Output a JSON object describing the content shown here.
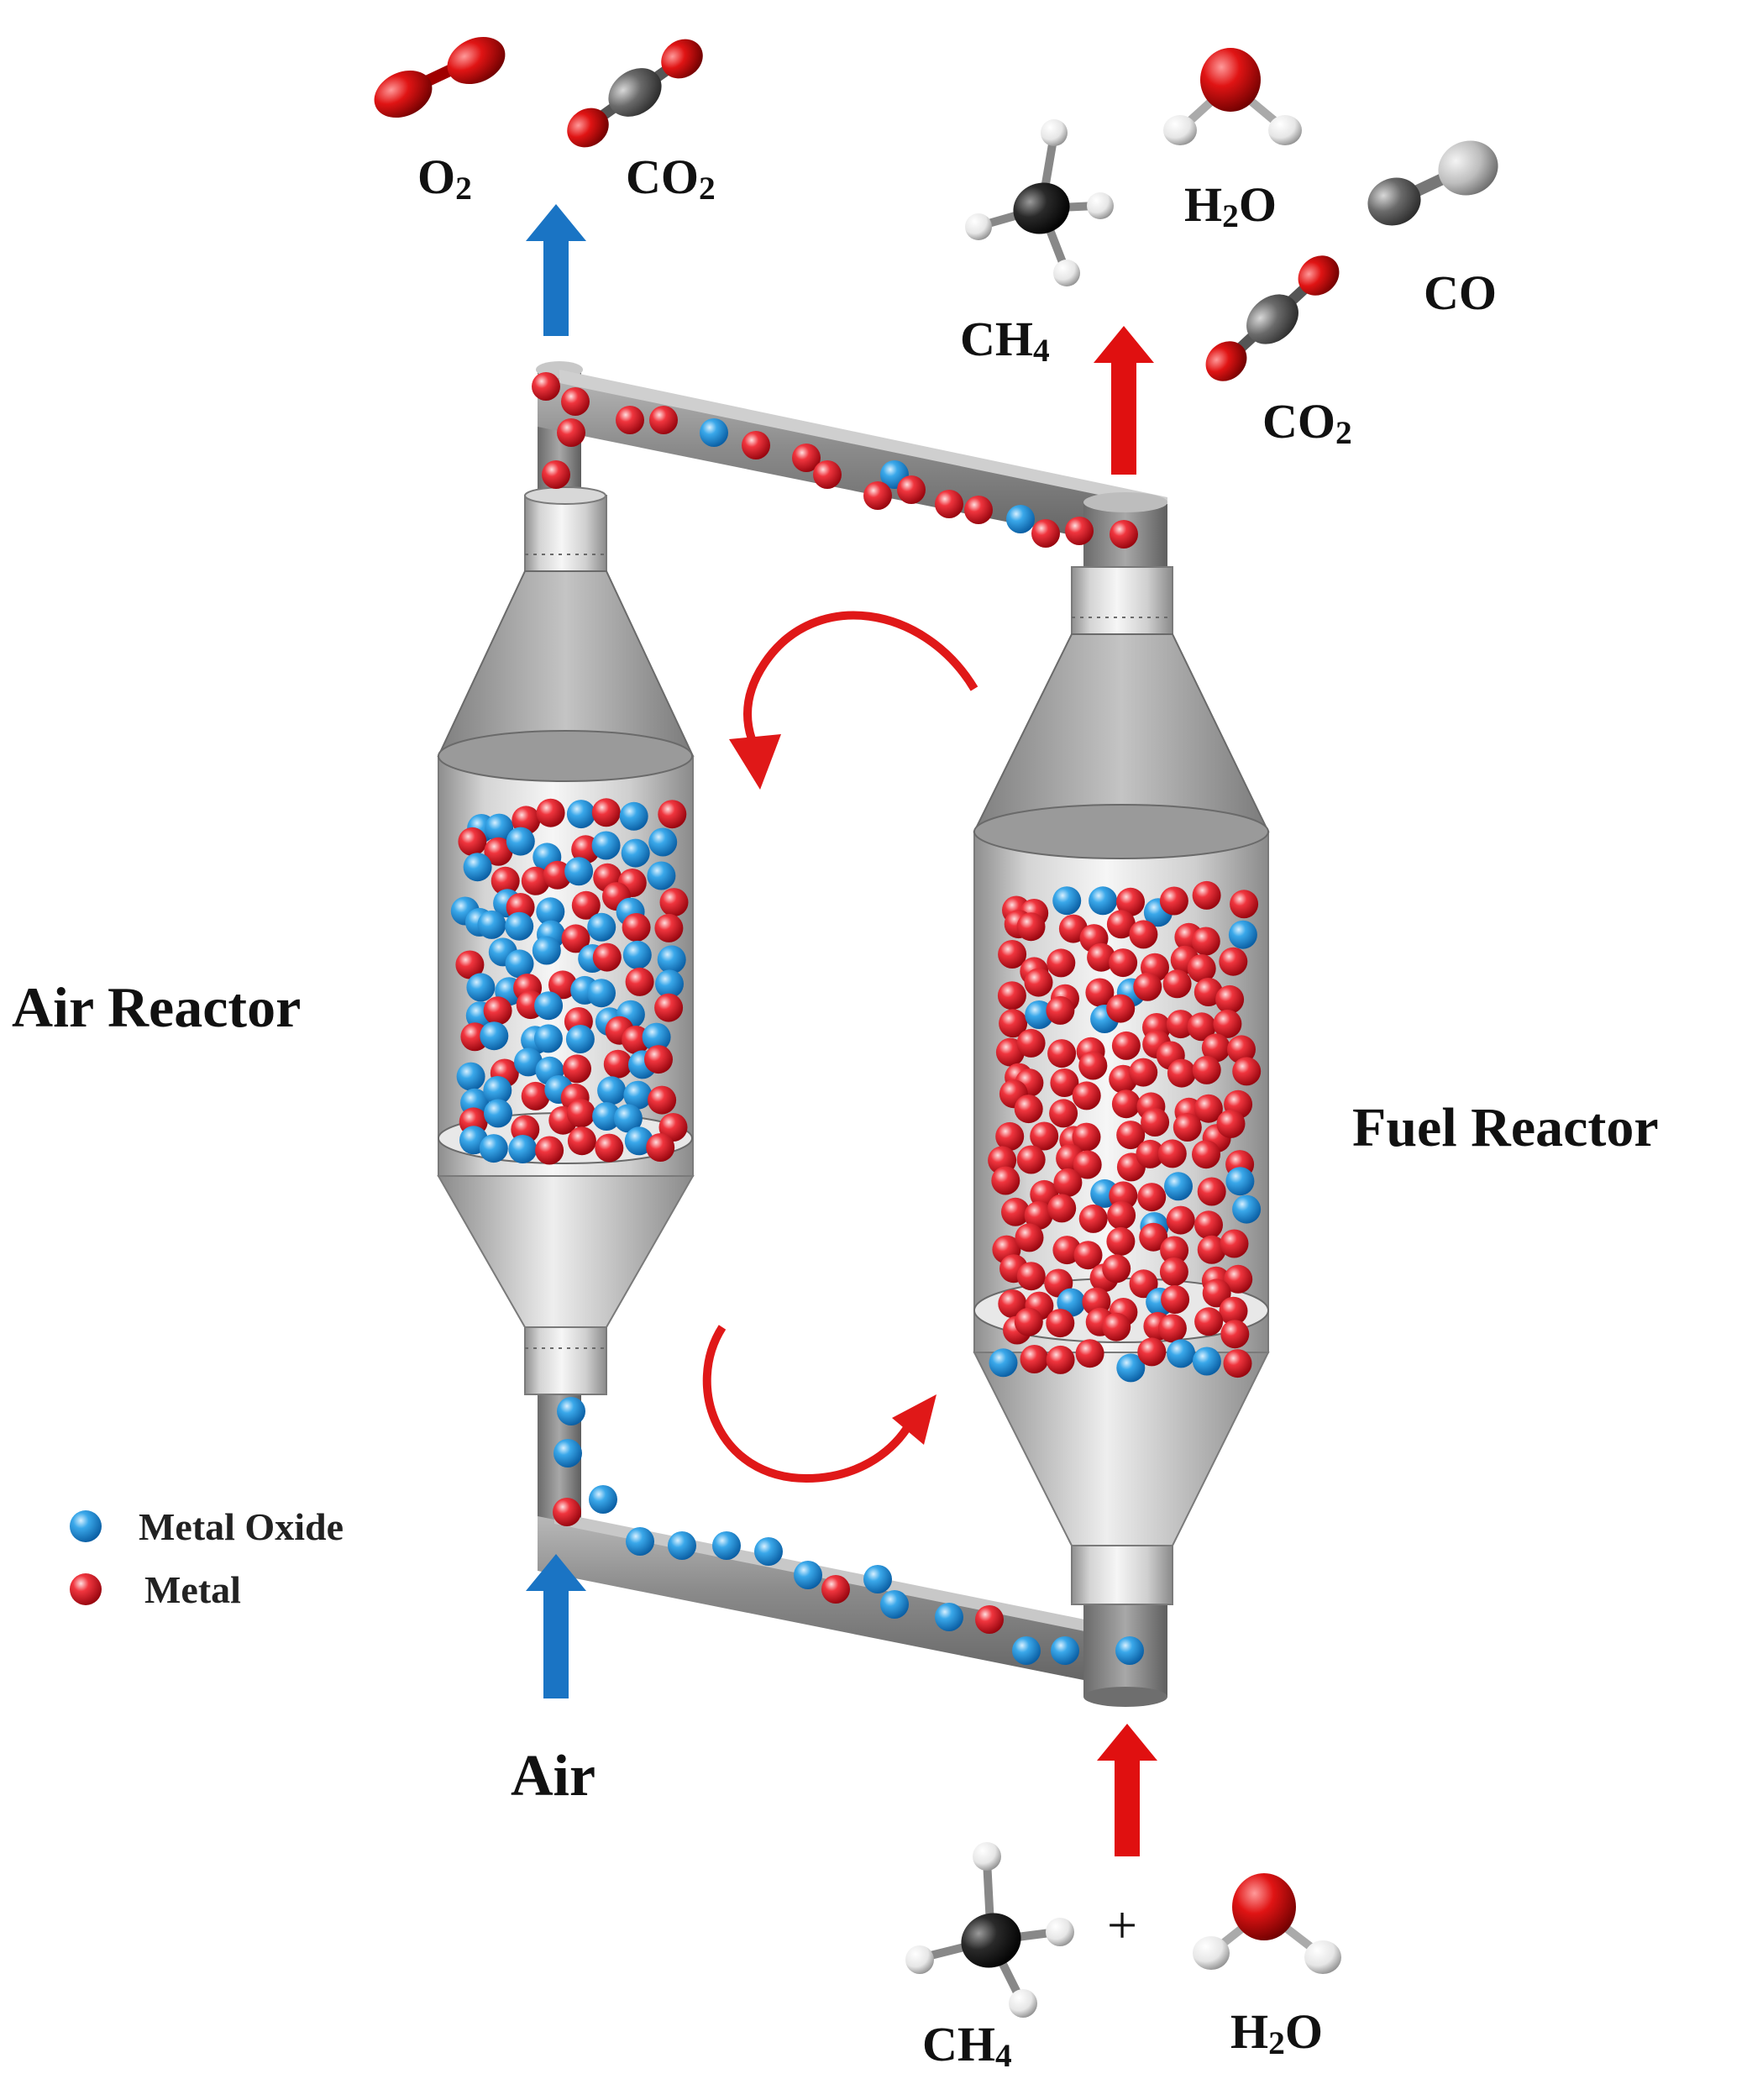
{
  "labels": {
    "air_reactor": "Air Reactor",
    "fuel_reactor": "Fuel Reactor",
    "air": "Air",
    "plus": "+"
  },
  "top_left_products": [
    {
      "base": "O",
      "sub": "2"
    },
    {
      "base": "CO",
      "sub": "2"
    }
  ],
  "top_right_products": [
    {
      "base": "CH",
      "sub": "4"
    },
    {
      "base": "H",
      "sub": "2",
      "tail": "O"
    },
    {
      "base": "CO",
      "sub": ""
    },
    {
      "base": "CO",
      "sub": "2"
    }
  ],
  "bottom_inputs": [
    {
      "base": "CH",
      "sub": "4"
    },
    {
      "base": "H",
      "sub": "2",
      "tail": "O"
    }
  ],
  "legend": [
    {
      "label": "Metal Oxide",
      "color": "#1e8fd8"
    },
    {
      "label": "Metal",
      "color": "#e0202a"
    }
  ],
  "colors": {
    "metal_oxide": "#1e8fd8",
    "metal": "#e0202a",
    "air_arrow": "#1a74c4",
    "fuel_arrow": "#e01010",
    "cycle_arrow": "#e01818",
    "pipe": "#8a8a8a"
  }
}
